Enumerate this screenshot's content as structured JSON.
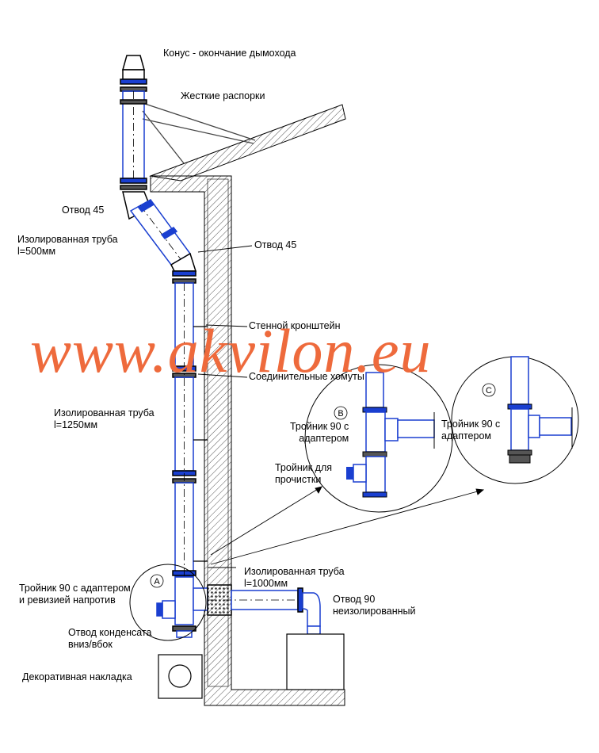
{
  "labels": {
    "cone": "Конус - окончание дымохода",
    "spacers": "Жесткие распорки",
    "elbow45_top": "Отвод 45",
    "insulated_500": "Изолированная труба\nl=500мм",
    "elbow45_right": "Отвод 45",
    "wall_bracket": "Стенной кронштейн",
    "clamps": "Соединительные хомуты",
    "insulated_1250": "Изолированная труба\nl=1250мм",
    "tee_b": "Тройник 90 с\nадаптером",
    "tee_cleaning": "Тройник для\nпрочистки",
    "tee_c": "Тройник 90 с\nадаптером",
    "insulated_1000": "Изолированная труба\nl=1000мм",
    "tee_a": "Тройник 90 с адаптером\nи ревизией напротив",
    "elbow90": "Отвод 90\nнеизолированный",
    "condensate": "Отвод конденсата\nвниз/вбок",
    "decor": "Декоративная накладка"
  },
  "markers": {
    "a": "A",
    "b": "B",
    "c": "C"
  },
  "watermark": "www.akvilon.eu",
  "colors": {
    "pipe_blue": "#1a3fd0",
    "line": "#000000",
    "watermark": "#ee6a3c",
    "grey": "#7a7a7a"
  }
}
